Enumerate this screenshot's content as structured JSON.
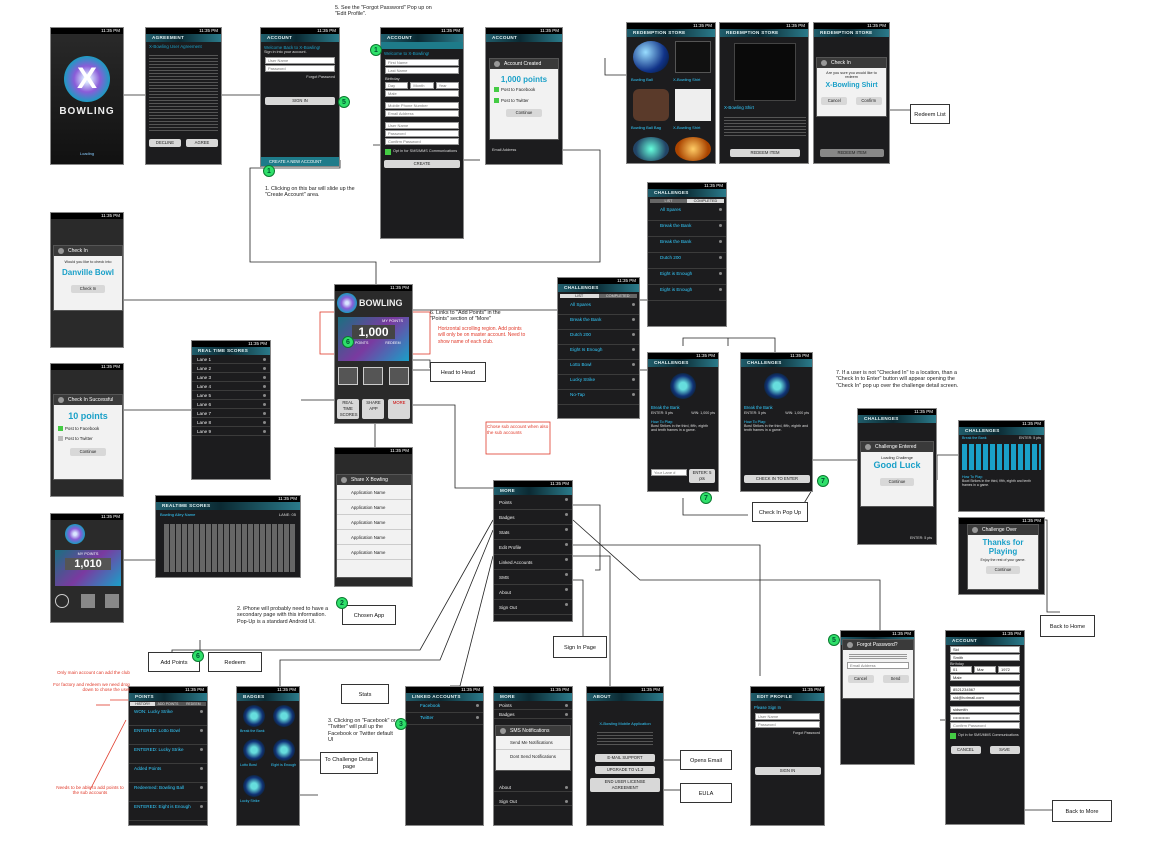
{
  "status_time": "11:35 PM",
  "splash": {
    "logo": "X",
    "brand": "BOWLING",
    "footer": "Loading"
  },
  "agreement": {
    "title": "AGREEMENT",
    "heading": "X-Bowling User Agreement",
    "decline": "DECLINE",
    "agree": "AGREE"
  },
  "signin": {
    "title": "ACCOUNT",
    "heading": "Welcome Back to X-Bowling!",
    "sub": "Sign in into your account.",
    "user": "User Name",
    "pass": "Password",
    "forgot": "Forgot Password",
    "sign_in": "SIGN IN",
    "create": "CREATE A NEW ACCOUNT"
  },
  "create": {
    "title": "ACCOUNT",
    "heading": "Welcome to X-Bowling!",
    "first": "First Name",
    "last": "Last Name",
    "birthday": "Birthday",
    "day": "Day",
    "month": "Month",
    "year": "Year",
    "gender": "Male",
    "phone": "Mobile Phone Number",
    "email": "Email Address",
    "user": "User Name",
    "pass": "Password",
    "confirm": "Confirm Password",
    "optin": "Opt in for SMS/MMS Communications",
    "create_btn": "CREATE"
  },
  "account_created": {
    "title": "Account Created",
    "points": "1,000 points",
    "facebook": "Post to Facebook",
    "twitter": "Post to Twitter",
    "continue": "Continue",
    "email_placeholder": "Email Address"
  },
  "redemption": {
    "title": "REDEMPTION STORE",
    "items": [
      "Bowling Ball",
      "X-Bowling Shirt",
      "Bowling Ball Bag",
      "X-Bowling Shirt"
    ],
    "shirt": "X-Bowling Shirt",
    "redeem": "REDEEM ITEM"
  },
  "redeem_popup": {
    "title": "Check In",
    "question": "Are you sure you would like to redeem",
    "item": "X-Bowling Shirt",
    "cancel": "Cancel",
    "confirm": "Confirm",
    "redeem_item": "REDEEM ITEM"
  },
  "checkin": {
    "title": "Check In",
    "question": "Would you like to check into",
    "place": "Danville Bowl",
    "button": "Check In"
  },
  "checkin_success": {
    "title": "Check In Successful",
    "points": "10 points",
    "facebook": "Post to Facebook",
    "twitter": "Post to Twitter",
    "continue": "Continue"
  },
  "home": {
    "my_points": "MY POINTS",
    "points": "1,000",
    "points_small": "1,010",
    "add_points": "ADD POINTS",
    "redeem": "REDEEM",
    "realtime": "REAL TIME SCORES",
    "share": "SHARE APP",
    "more": "MORE"
  },
  "realtime": {
    "title": "REAL TIME SCORES",
    "lanes": [
      "Lane 1",
      "Lane 2",
      "Lane 3",
      "Lane 4",
      "Lane 5",
      "Lane 6",
      "Lane 7",
      "Lane 8",
      "Lane 9"
    ]
  },
  "realtime_land": {
    "title": "REALTIME SCORES",
    "alley": "Bowling Alley Name",
    "lane": "LANE: 05"
  },
  "share": {
    "title": "Share X Bowling",
    "apps": [
      "Application Name",
      "Application Name",
      "Application Name",
      "Application Name",
      "Application Name"
    ]
  },
  "challenges": {
    "title": "CHALLENGES",
    "list": "LIST",
    "completed": "COMPLETED",
    "items": [
      "All Spares",
      "Break the Bank",
      "Break the Bank",
      "Dutch 200",
      "Eight is Enough",
      "Eight is Enough"
    ],
    "items2": [
      "All Spares",
      "Break the Bank",
      "Dutch 200",
      "Eight Is Enough",
      "Lotto Bowl",
      "Lucky Strike",
      "No-Tap"
    ],
    "enter": "ENTER:",
    "win": "WIN:"
  },
  "challenge_detail": {
    "title": "CHALLENGES",
    "name": "Break the Bank",
    "enter": "ENTER: 5 pts",
    "win": "WIN: 1,000 pts",
    "howto": "How To Play:",
    "desc": "Bowl Strikes in the third, fifth, eighth and tenth frames in a game.",
    "lane": "Your Lane #",
    "enter_btn": "ENTER: 5 pts",
    "checkin_enter": "CHECK IN TO ENTER"
  },
  "entered": {
    "title": "Challenge Entered",
    "loading": "Loading Challenge",
    "msg": "Good Luck",
    "continue": "Continue"
  },
  "over": {
    "title": "Challenge Over",
    "msg": "Thanks for Playing",
    "sub": "Enjoy the rest of your game.",
    "continue": "Continue"
  },
  "more": {
    "title": "MORE",
    "items": [
      "Points",
      "Badges",
      "Stats",
      "Edit Profile",
      "Linked Accounts",
      "SMS",
      "About",
      "Sign Out"
    ]
  },
  "points": {
    "title": "POINTS",
    "tabs": [
      "HISTORY",
      "ADD POINTS",
      "REDEEM"
    ],
    "entries": [
      "WON: Lucky Strike",
      "ENTERED: Lotto Bowl",
      "ENTERED: Lucky Strike",
      "Added Points",
      "Redeemed: Bowling Ball",
      "ENTERED: Eight is Enough"
    ]
  },
  "badges": {
    "title": "BADGES",
    "items": [
      "Break the Bank",
      "Eight is Enough",
      "Lotto Bowl",
      "Lucky Strike",
      "Lucky Strike"
    ]
  },
  "linked": {
    "title": "LINKED ACCOUNTS",
    "facebook": "Facebook",
    "twitter": "Twitter"
  },
  "sms": {
    "title": "SMS Notifications",
    "send": "Send Me Notifications",
    "dont": "Dont Send Notifications",
    "about": "About",
    "signout": "Sign Out"
  },
  "about": {
    "title": "ABOUT",
    "app": "X-Bowling Mobile Application",
    "email": "E-MAIL SUPPORT",
    "upgrade": "UPGRADE TO v1.2",
    "eula": "END USER LICENSE AGREEMENT"
  },
  "edit_signin": {
    "title": "EDIT PROFILE",
    "heading": "Please Sign In",
    "user": "User Name",
    "pass": "Password",
    "forgot": "Forgot Password",
    "sign_in": "SIGN IN"
  },
  "forgot": {
    "title": "Forgot Password?",
    "email": "Email Address",
    "cancel": "Cancel",
    "send": "Send"
  },
  "edit_profile": {
    "title": "ACCOUNT",
    "first": "Sid",
    "last": "Smith",
    "birthday": "Birthday",
    "day": "01",
    "month": "Mar",
    "year": "1972",
    "gender": "Male",
    "phone": "8521234567",
    "email": "sid@hotmail.com",
    "user": "sidsmith",
    "confirm": "Confirm Password",
    "optin": "Opt in for SMS/MMS Communications",
    "cancel": "CANCEL",
    "save": "SAVE"
  },
  "labels": {
    "redeem_list": "Redeem List",
    "head_to_head": "Head to Head",
    "chosen_app": "Chosen App",
    "checkin_popup": "Check In Pop Up",
    "back_home": "Back to Home",
    "back_more": "Back to More",
    "add_points": "Add Points",
    "redeem": "Redeem",
    "stats": "Stats",
    "challenge_detail": "To Challenge Detail page",
    "signin_page": "Sign In Page",
    "opens_email": "Opens Email",
    "eula": "EULA"
  },
  "notes": {
    "n5": "5.  See the \"Forgot Password\" Pop up on \"Edit Profile\".",
    "n1": "1.  Clicking on this bar will slide up the \"Create Account\" area.",
    "n6": "6.  Links to \"Add Points\" in the \"Points\" section of \"More\"",
    "n6red": "Horizontal scrolling region.  Add points will only be on master account.  Need to show name of each club.",
    "n_choose": "Chose sub account when also the sub accounts",
    "n7": "7.  If a user is not \"Checked In\" to a location, than a \"Check In to Enter\" button will appear opening the \"Check In\" pop up over the challenge detail screen.",
    "n2": "2.  iPhone will probably need to have a secondary page with this information.  Pop-Up is a standard Android UI.",
    "n3": "3.  Clicking on \"Facebook\" or \"Twitter\" will pull up the Facebook or Twitter default UI",
    "n_master": "Only main account can add the club",
    "n_fixfactory": "For factory and redeem we need drop down to chose the user",
    "n_needs": "Needs to be able to add points to the sub accounts"
  },
  "circled": {
    "one": "1",
    "two": "2",
    "three": "3",
    "five": "5",
    "six": "6",
    "seven": "7"
  },
  "colors": {
    "accent": "#1aa0c8",
    "bar": "#205d6b",
    "note_red": "#e03a2a",
    "marker": "#2fe06a"
  }
}
